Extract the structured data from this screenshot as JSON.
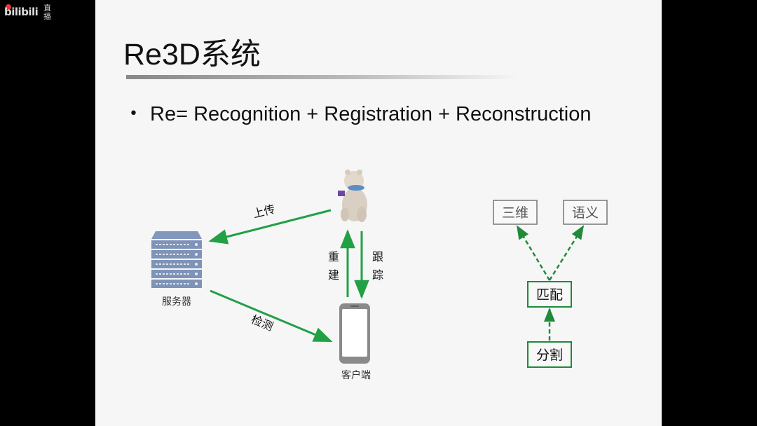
{
  "overlay": {
    "logo": "bilibili",
    "live_label": "直播"
  },
  "slide": {
    "title": "Re3D系统",
    "bullet": "Re= Recognition + Registration + Reconstruction"
  },
  "diagram": {
    "server_label": "服务器",
    "client_label": "客户端",
    "upload_label": "上传",
    "detect_label": "检测",
    "reconstruct_label": "重\n建",
    "track_label": "跟\n踪",
    "pipeline": {
      "box_3d": "三维",
      "box_semantic": "语义",
      "box_match": "匹配",
      "box_segment": "分割"
    }
  },
  "colors": {
    "arrow_green": "#22a045",
    "box_green": "#1e8a3a",
    "box_gray": "#777777",
    "server_blue": "#7f93b8"
  },
  "icons": [
    "server-rack-icon",
    "smartphone-icon",
    "bear-figurine-image"
  ]
}
